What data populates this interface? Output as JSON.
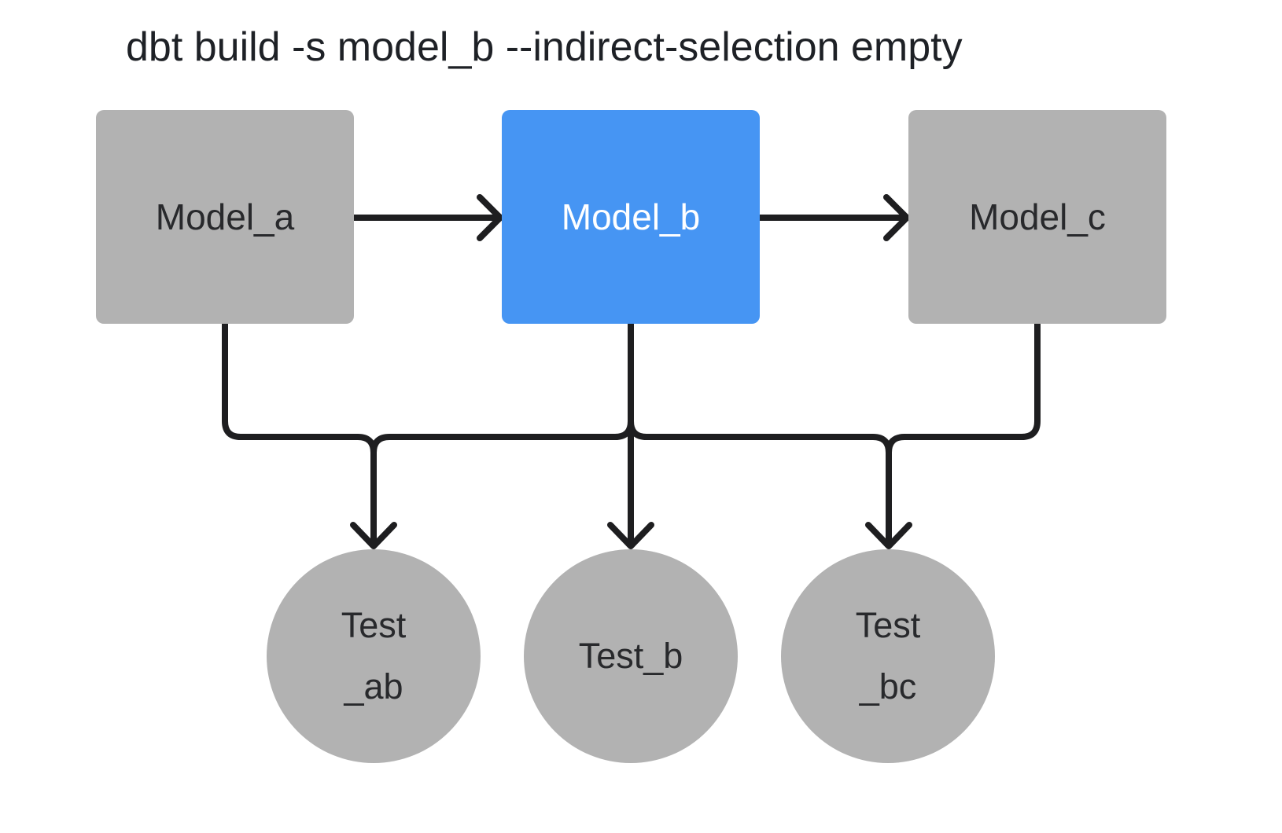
{
  "title": "dbt build -s model_b --indirect-selection empty",
  "colors": {
    "background": "#ffffff",
    "title_text": "#1e2126",
    "node_gray": "#b2b2b2",
    "node_blue": "#4695f3",
    "edge": "#1e1e20",
    "text_dark": "#28292c",
    "text_light": "#ffffff"
  },
  "models": [
    {
      "id": "model_a",
      "label": "Model_a",
      "selected": false
    },
    {
      "id": "model_b",
      "label": "Model_b",
      "selected": true
    },
    {
      "id": "model_c",
      "label": "Model_c",
      "selected": false
    }
  ],
  "tests": [
    {
      "id": "test_ab",
      "label_lines": [
        "Test",
        "_ab"
      ]
    },
    {
      "id": "test_b",
      "label_lines": [
        "Test_b"
      ]
    },
    {
      "id": "test_bc",
      "label_lines": [
        "Test",
        "_bc"
      ]
    }
  ],
  "edges": [
    {
      "from": "model_a",
      "to": "model_b"
    },
    {
      "from": "model_b",
      "to": "model_c"
    },
    {
      "from": "model_a",
      "to": "test_ab"
    },
    {
      "from": "model_b",
      "to": "test_ab"
    },
    {
      "from": "model_b",
      "to": "test_b"
    },
    {
      "from": "model_b",
      "to": "test_bc"
    },
    {
      "from": "model_c",
      "to": "test_bc"
    }
  ]
}
